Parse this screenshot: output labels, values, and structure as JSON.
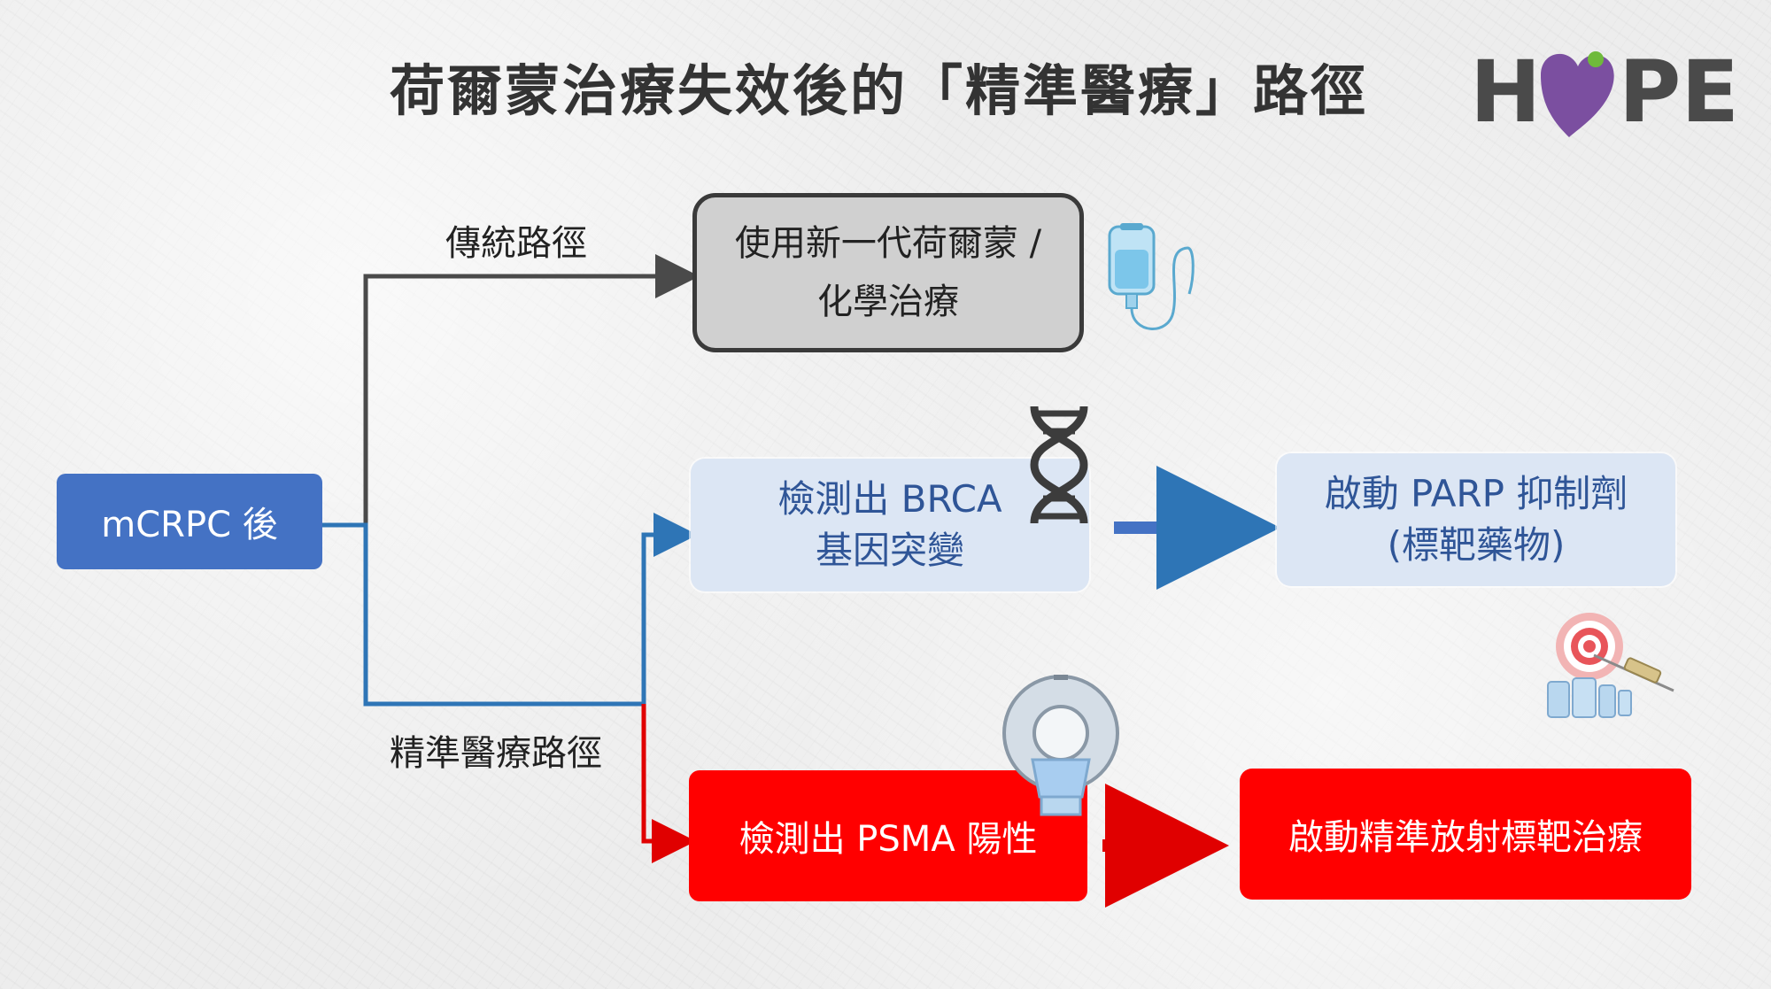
{
  "title": "荷爾蒙治療失效後的「精準醫療」路徑",
  "logo": {
    "text": "HOPE",
    "letters_left": "H",
    "letters_right": "PE"
  },
  "colors": {
    "blue": "#4472c4",
    "dark_blue_text": "#2f5597",
    "light_blue_box": "#dce6f4",
    "red": "#ff0000",
    "gray_box": "#d0d0d0",
    "dark_line": "#3a3a3a",
    "logo_gray": "#4a4a4a",
    "logo_purple": "#7b4fa0"
  },
  "nodes": {
    "start": {
      "label": "mCRPC 後"
    },
    "traditional": {
      "line1": "使用新一代荷爾蒙 /",
      "line2": "化學治療"
    },
    "brca": {
      "line1": "檢測出 BRCA",
      "line2": "基因突變"
    },
    "parp": {
      "line1": "啟動 PARP 抑制劑",
      "line2": "(標靶藥物)"
    },
    "psma": {
      "label": "檢測出 PSMA 陽性"
    },
    "radioligand": {
      "label": "啟動精準放射標靶治療"
    }
  },
  "edge_labels": {
    "traditional_path": "傳統路徑",
    "precision_path": "精準醫療路徑"
  },
  "icons": [
    "iv-drip-icon",
    "dna-icon",
    "target-syringe-icon",
    "pet-scanner-icon"
  ]
}
